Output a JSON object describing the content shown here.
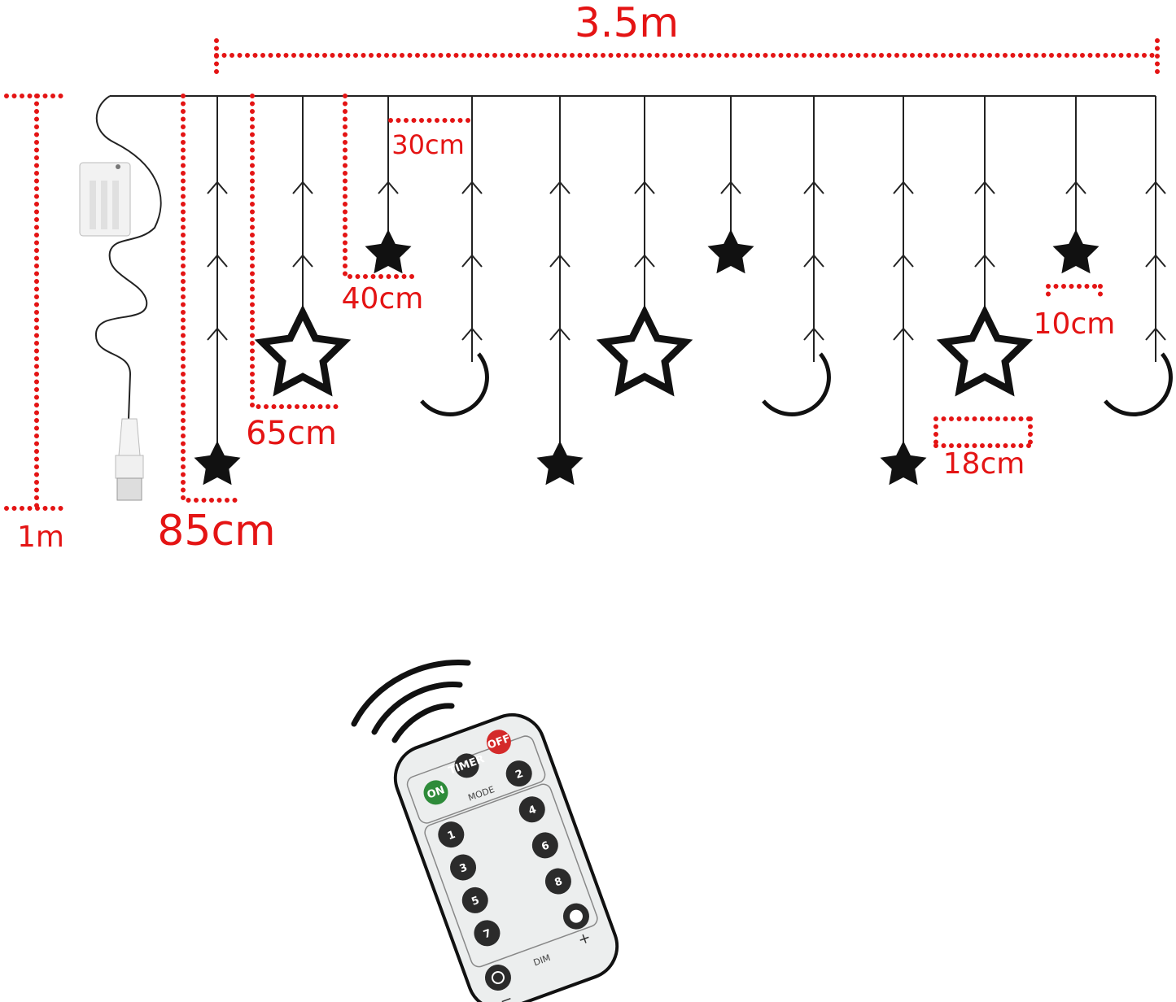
{
  "dimensions": {
    "total_width": "3.5m",
    "height": "1m",
    "longest_drop": "85cm",
    "medium_drop": "65cm",
    "short_drop": "40cm",
    "strand_spacing": "30cm",
    "small_star_size": "10cm",
    "large_star_size": "18cm"
  },
  "colors": {
    "dimension": "#e41414",
    "wire": "#222222",
    "on_button": "#2e8b3a",
    "off_button": "#d42a2a"
  },
  "pendants": [
    "star-small",
    "star-outline",
    "star-small",
    "moon",
    "star-small",
    "star-outline",
    "star-small",
    "moon",
    "star-small",
    "star-outline",
    "star-small",
    "moon"
  ],
  "remote": {
    "on": "ON",
    "timer": "TIMER",
    "off": "OFF",
    "mode": "MODE",
    "numbers": [
      "1",
      "2",
      "3",
      "4",
      "5",
      "6",
      "7",
      "8"
    ],
    "dim": "DIM",
    "plus": "+",
    "minus": "−"
  }
}
